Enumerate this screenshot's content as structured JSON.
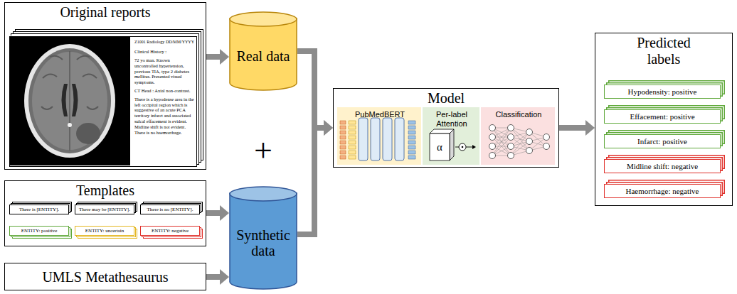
{
  "diagram": {
    "nodes": [
      {
        "text": [
          "Original reports"
        ]
      },
      {
        "text": [
          "Z1001",
          "Radiology",
          "DD/MM/YYYY",
          "Clinical History :",
          "72 yo man. Known uncontrolled hypertension, previous TIA, type 2 diabetes mellitus. Presented visual symptoms.",
          "CT Head : Axial non-contrast.",
          "There is a hypodense area in the left occipital region which is suggestive of an acute PCA territory infarct and associated sulcal effacement is evident. Midline shift is not evident. There is no haemorrhage."
        ],
        "in": 0
      },
      {
        "text": [
          "Real data"
        ]
      },
      {
        "text": [
          "Templates"
        ]
      },
      {
        "text": [
          "There is [ENTITY]."
        ],
        "in": 3
      },
      {
        "text": [
          "ENTITY: positive"
        ],
        "in": 3
      },
      {
        "text": [
          "There may be [ENTITY]."
        ],
        "in": 3
      },
      {
        "text": [
          "ENTITY: uncertain"
        ],
        "in": 3
      },
      {
        "text": [
          "There is no [ENTITY]."
        ],
        "in": 3
      },
      {
        "text": [
          "ENTITY: negative"
        ],
        "in": 3
      },
      {
        "text": [
          "UMLS Metathesaurus"
        ]
      },
      {
        "text": [
          "Synthetic data"
        ]
      },
      {
        "text": [
          "Model"
        ]
      },
      {
        "text": [
          "PubMedBERT"
        ],
        "in": 12
      },
      {
        "text": [
          "Per-label Attention"
        ],
        "in": 12
      },
      {
        "text": [
          "Classification"
        ],
        "in": 12
      },
      {
        "text": [
          "Predicted labels"
        ]
      },
      {
        "text": [
          "Hypodensity: positive"
        ],
        "in": 16
      },
      {
        "text": [
          "Effacement: positive"
        ],
        "in": 16
      },
      {
        "text": [
          "Infarct: positive"
        ],
        "in": 16
      },
      {
        "text": [
          "Midline shift: negative"
        ],
        "in": 16
      },
      {
        "text": [
          "Haemorrhage: negative"
        ],
        "in": 16
      }
    ],
    "edges": [
      {
        "from": 0,
        "to": 2,
        "arrow": "to"
      },
      {
        "from": 3,
        "to": 11,
        "arrow": "to"
      },
      {
        "from": 10,
        "to": 11,
        "arrow": "to"
      },
      {
        "from": 4,
        "to": 5,
        "arrow": "to"
      },
      {
        "from": 6,
        "to": 7,
        "arrow": "to"
      },
      {
        "from": 8,
        "to": 9,
        "arrow": "to"
      },
      {
        "from": 2,
        "to": 12,
        "arrow": "to"
      },
      {
        "from": 11,
        "to": 12,
        "arrow": "to"
      },
      {
        "from": 12,
        "to": 16,
        "arrow": "to"
      }
    ],
    "labels": [
      "+",
      "α"
    ]
  }
}
